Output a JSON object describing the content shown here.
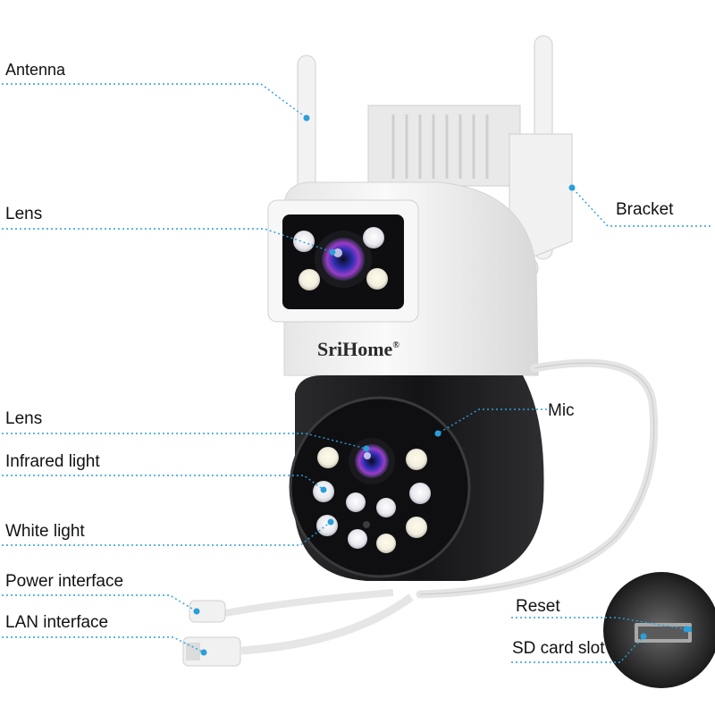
{
  "brand": "SriHome",
  "brand_mark": "®",
  "labels": {
    "antenna": "Antenna",
    "lens_top": "Lens",
    "bracket": "Bracket",
    "lens_bottom": "Lens",
    "mic": "Mic",
    "infrared_light": "Infrared light",
    "white_light": "White light",
    "power_interface": "Power interface",
    "lan_interface": "LAN interface",
    "reset": "Reset",
    "sd_card_slot": "SD card slot"
  },
  "colors": {
    "leader_line": "#2a9fd8",
    "body_white": "#f4f4f4",
    "body_black": "#1b1b1d",
    "lens_blue": "#3a3fd0",
    "lens_purple": "#9a3cc8"
  }
}
